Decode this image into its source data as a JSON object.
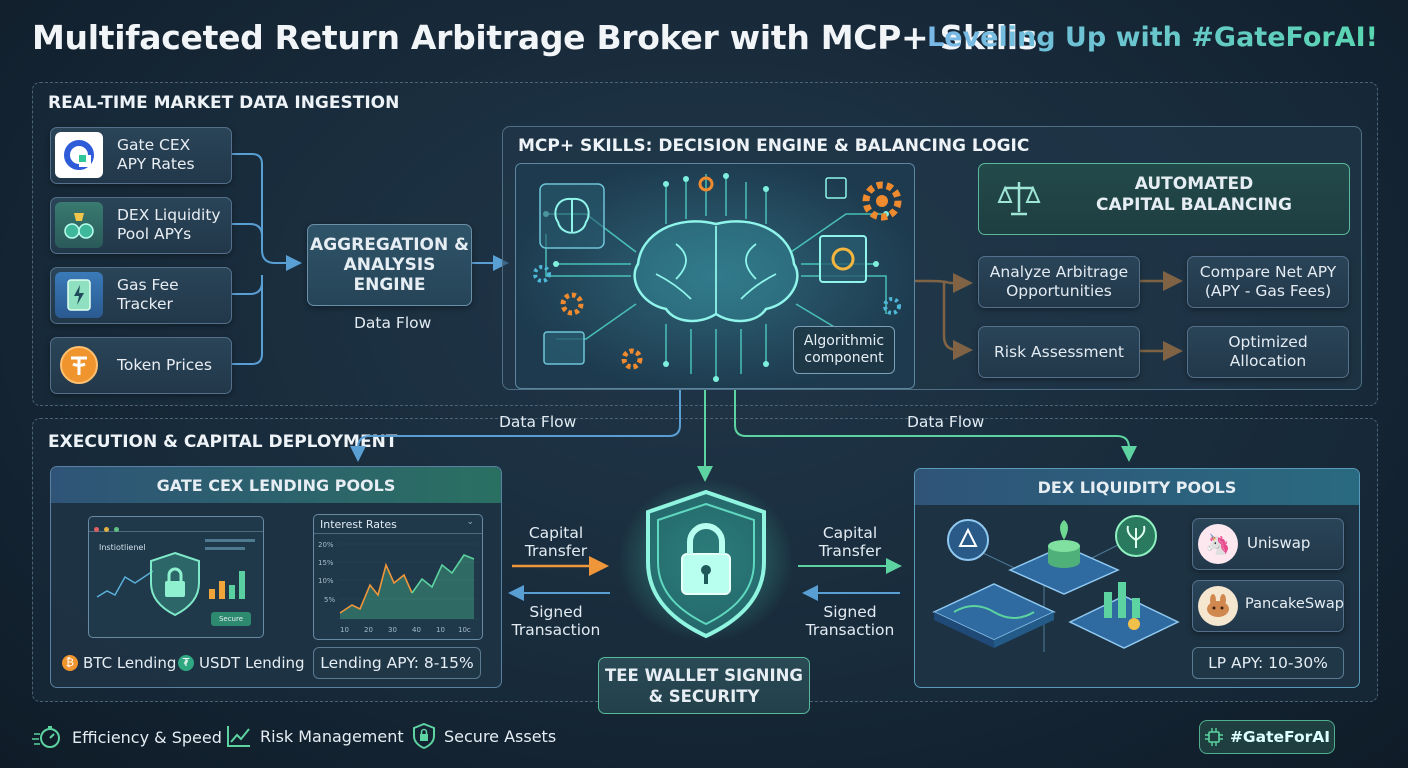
{
  "header": {
    "title": "Multifaceted Return Arbitrage Broker with MCP+ Skills",
    "tagline": "Leveling Up with #GateForAI!"
  },
  "ingestion": {
    "label": "REAL-TIME MARKET DATA INGESTION",
    "sources": [
      {
        "line1": "Gate CEX",
        "line2": "APY Rates",
        "icon": "gate-logo-icon"
      },
      {
        "line1": "DEX Liquidity",
        "line2": "Pool APYs",
        "icon": "liquidity-pool-icon"
      },
      {
        "line1": "Gas Fee",
        "line2": "Tracker",
        "icon": "gas-receipt-icon"
      },
      {
        "line1": "Token Prices",
        "line2": "",
        "icon": "tether-coin-icon"
      }
    ],
    "aggregation": {
      "line1": "AGGREGATION &",
      "line2": "ANALYSIS ENGINE"
    },
    "data_flow": "Data Flow"
  },
  "mcp": {
    "label": "MCP+ SKILLS: DECISION ENGINE & BALANCING LOGIC",
    "algorithmic": {
      "line1": "Algorithmic",
      "line2": "component"
    },
    "balancing": {
      "line1": "AUTOMATED",
      "line2": "CAPITAL BALANCING"
    },
    "analyze": {
      "line1": "Analyze Arbitrage",
      "line2": "Opportunities"
    },
    "compare": {
      "line1": "Compare Net APY",
      "line2": "(APY - Gas Fees)"
    },
    "risk": "Risk Assessment",
    "optimized": {
      "line1": "Optimized",
      "line2": "Allocation"
    }
  },
  "execution": {
    "label": "EXECUTION & CAPITAL DEPLOYMENT",
    "flow_left": "Data Flow",
    "flow_right": "Data Flow",
    "cex": {
      "title": "GATE CEX LENDING POOLS",
      "window_title": "Instiotlienel",
      "secure_btn": "Secure",
      "chart_title": "Interest Rates",
      "y_ticks": [
        "20%",
        "15%",
        "10%",
        "5%"
      ],
      "x_ticks": [
        "10",
        "20",
        "30",
        "40",
        "10",
        "10c"
      ],
      "btc": "BTC Lending",
      "usdt": "USDT Lending",
      "apy": "Lending APY: 8-15%"
    },
    "transfer_left": {
      "line1": "Capital",
      "line2": "Transfer"
    },
    "signed_left": {
      "line1": "Signed",
      "line2": "Transaction"
    },
    "transfer_right": {
      "line1": "Capital",
      "line2": "Transfer"
    },
    "signed_right": {
      "line1": "Signed",
      "line2": "Transaction"
    },
    "tee": {
      "line1": "TEE WALLET SIGNING",
      "line2": "& SECURITY"
    },
    "dex": {
      "title": "DEX LIQUIDITY POOLS",
      "uniswap": "Uniswap",
      "pancake": "PancakeSwap",
      "apy": "LP APY: 10-30%"
    }
  },
  "footer": {
    "items": [
      "Efficiency & Speed",
      "Risk Management",
      "Secure Assets"
    ],
    "badge": "#GateForAI"
  },
  "colors": {
    "blue_arrow": "#5a9fd4",
    "green_arrow": "#5cd3a0",
    "orange_arrow": "#f0963a",
    "accent_green": "#4fd6a8"
  }
}
